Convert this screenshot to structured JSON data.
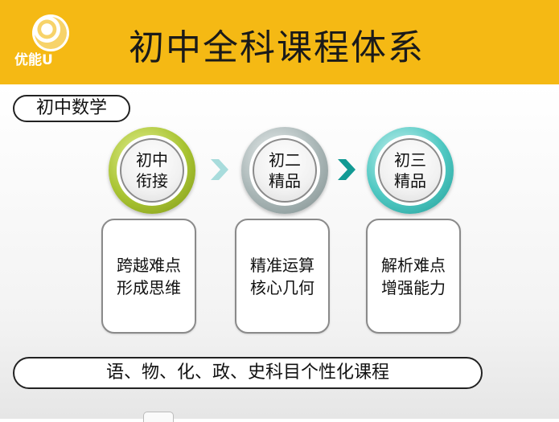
{
  "header": {
    "title": "初中全科课程体系",
    "logo_text": "优能U",
    "background_color": "#f5b914"
  },
  "section_label": "初中数学",
  "stages": [
    {
      "line1": "初中",
      "line2": "衔接",
      "color": "#a9c433"
    },
    {
      "line1": "初二",
      "line2": "精品",
      "color": "#a9b6b6"
    },
    {
      "line1": "初三",
      "line2": "精品",
      "color": "#4fc8c2"
    }
  ],
  "arrows": [
    {
      "icon": "chevron-right-icon",
      "color": "#a8dcdc"
    },
    {
      "icon": "chevron-right-icon",
      "color": "#129a94"
    }
  ],
  "cards": [
    {
      "line1": "跨越难点",
      "line2": "形成思维"
    },
    {
      "line1": "精准运算",
      "line2": "核心几何"
    },
    {
      "line1": "解析难点",
      "line2": "增强能力"
    }
  ],
  "footer_label": "语、物、化、政、史科目个性化课程"
}
